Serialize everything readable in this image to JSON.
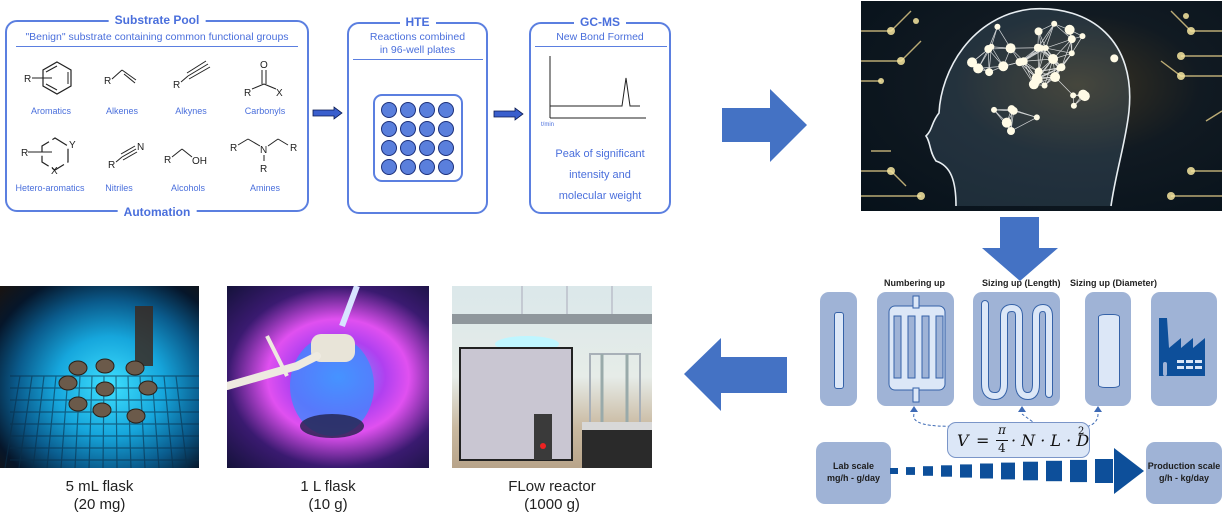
{
  "colors": {
    "accent_blue": "#4472c4",
    "outline_blue": "#5b7fe0",
    "text_blue": "#4a6fdc",
    "scale_panel": "#9fb3d6",
    "scale_dark": "#0d4f9a"
  },
  "substrate_pool": {
    "title": "Substrate Pool",
    "subtitle": "\"Benign\" substrate containing common functional groups",
    "footer": "Automation",
    "groups": [
      {
        "label": "Aromatics",
        "icon": "benzene-structure-icon"
      },
      {
        "label": "Alkenes",
        "icon": "alkene-structure-icon"
      },
      {
        "label": "Alkynes",
        "icon": "alkyne-structure-icon"
      },
      {
        "label": "Carbonyls",
        "icon": "carbonyl-structure-icon"
      },
      {
        "label": "Hetero-aromatics",
        "icon": "heteroaromatic-structure-icon"
      },
      {
        "label": "Nitriles",
        "icon": "nitrile-structure-icon"
      },
      {
        "label": "Alcohols",
        "icon": "alcohol-structure-icon"
      },
      {
        "label": "Amines",
        "icon": "amine-structure-icon"
      }
    ],
    "atoms": {
      "R": "R",
      "X": "X",
      "Y": "Y",
      "O": "O",
      "N": "N",
      "OH": "OH"
    }
  },
  "hte": {
    "title": "HTE",
    "subtitle_line1": "Reactions combined",
    "subtitle_line2": "in 96-well plates",
    "plate_rows": 4,
    "plate_cols": 4
  },
  "gcms": {
    "title": "GC-MS",
    "subtitle": "New Bond Formed",
    "axis_label": "t/min",
    "desc_line1": "Peak of significant",
    "desc_line2": "intensity and",
    "desc_line3": "molecular weight"
  },
  "ai_image": {
    "icon": "ai-brain-circuit-image"
  },
  "scaleup": {
    "labels": {
      "numbering": "Numbering up",
      "length": "Sizing up (Length)",
      "diameter": "Sizing up (Diameter)"
    },
    "formula": {
      "lhs": "V",
      "eq": "=",
      "num": "π",
      "den": "4",
      "rest": "· N · L · D",
      "exp": "2"
    },
    "lab_scale_line1": "Lab scale",
    "lab_scale_line2": "mg/h - g/day",
    "prod_scale_line1": "Production scale",
    "prod_scale_line2": "g/h - kg/day"
  },
  "photos": [
    {
      "title": "5 mL flask",
      "amount": "(20 mg)"
    },
    {
      "title": "1 L flask",
      "amount": "(10 g)"
    },
    {
      "title": "FLow reactor",
      "amount": "(1000 g)"
    }
  ]
}
